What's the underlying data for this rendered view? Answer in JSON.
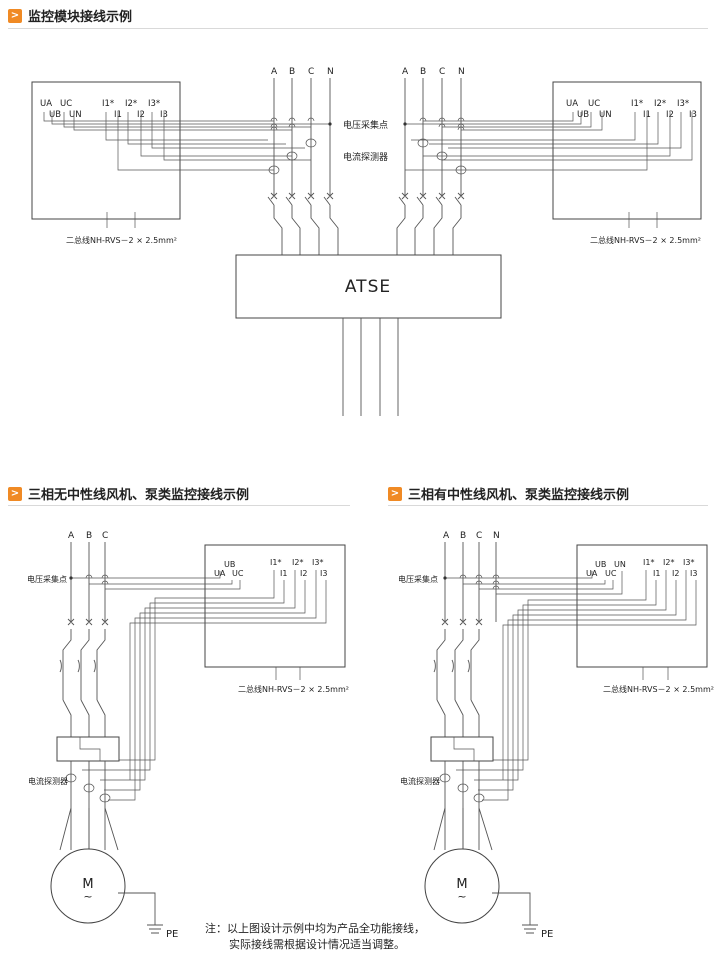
{
  "sections": {
    "top_title": "监控模块接线示例",
    "left_title": "三相无中性线风机、泵类监控接线示例",
    "right_title": "三相有中性线风机、泵类监控接线示例"
  },
  "labels": {
    "phase_A": "A",
    "phase_B": "B",
    "phase_C": "C",
    "phase_N": "N",
    "ua": "UA",
    "ub": "UB",
    "uc": "UC",
    "un": "UN",
    "i1s": "I1*",
    "i2s": "I2*",
    "i3s": "I3*",
    "i1": "I1",
    "i2": "I2",
    "i3": "I3",
    "voltage_point": "电压采集点",
    "current_probe": "电流探测器",
    "bus_line": "二总线NH-RVS－2 × 2.5mm²",
    "atse": "ATSE",
    "motor": "M",
    "motor_sub": "~",
    "pe": "PE"
  },
  "note": {
    "line1": "注：以上图设计示例中均为产品全功能接线，",
    "line2": "实际接线需根据设计情况适当调整。"
  },
  "colors": {
    "accent": "#f08a24",
    "line": "#555555",
    "rule": "#d9d9d9"
  }
}
